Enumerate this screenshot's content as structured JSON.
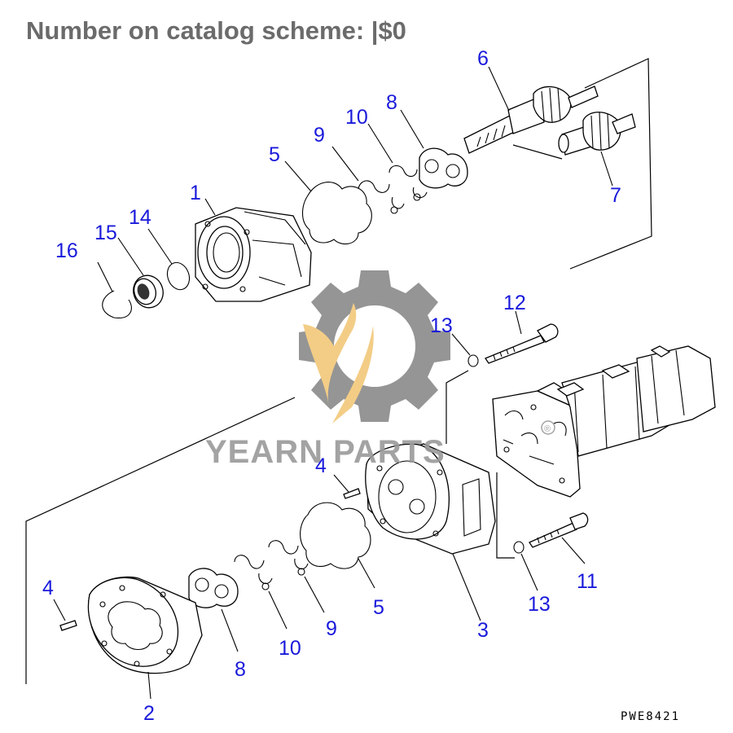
{
  "header": {
    "title": "Number on catalog scheme: |$0"
  },
  "diagram": {
    "callouts": [
      {
        "id": "c1",
        "label": "1"
      },
      {
        "id": "c2",
        "label": "2"
      },
      {
        "id": "c3",
        "label": "3"
      },
      {
        "id": "c4a",
        "label": "4"
      },
      {
        "id": "c4b",
        "label": "4"
      },
      {
        "id": "c5a",
        "label": "5"
      },
      {
        "id": "c5b",
        "label": "5"
      },
      {
        "id": "c6",
        "label": "6"
      },
      {
        "id": "c7",
        "label": "7"
      },
      {
        "id": "c8a",
        "label": "8"
      },
      {
        "id": "c8b",
        "label": "8"
      },
      {
        "id": "c9a",
        "label": "9"
      },
      {
        "id": "c9b",
        "label": "9"
      },
      {
        "id": "c10a",
        "label": "10"
      },
      {
        "id": "c10b",
        "label": "10"
      },
      {
        "id": "c11",
        "label": "11"
      },
      {
        "id": "c12",
        "label": "12"
      },
      {
        "id": "c13a",
        "label": "13"
      },
      {
        "id": "c13b",
        "label": "13"
      },
      {
        "id": "c14",
        "label": "14"
      },
      {
        "id": "c15",
        "label": "15"
      },
      {
        "id": "c16",
        "label": "16"
      }
    ],
    "drawing_code": "PWE8421",
    "callout_color": "#1a1adb",
    "line_color": "#000000"
  },
  "watermark": {
    "text": "YEARN PARTS",
    "registered_mark": "®",
    "gear_color": "#8a8a8a",
    "flame_color": "#f2c879",
    "text_color": "#9a9a9a"
  }
}
